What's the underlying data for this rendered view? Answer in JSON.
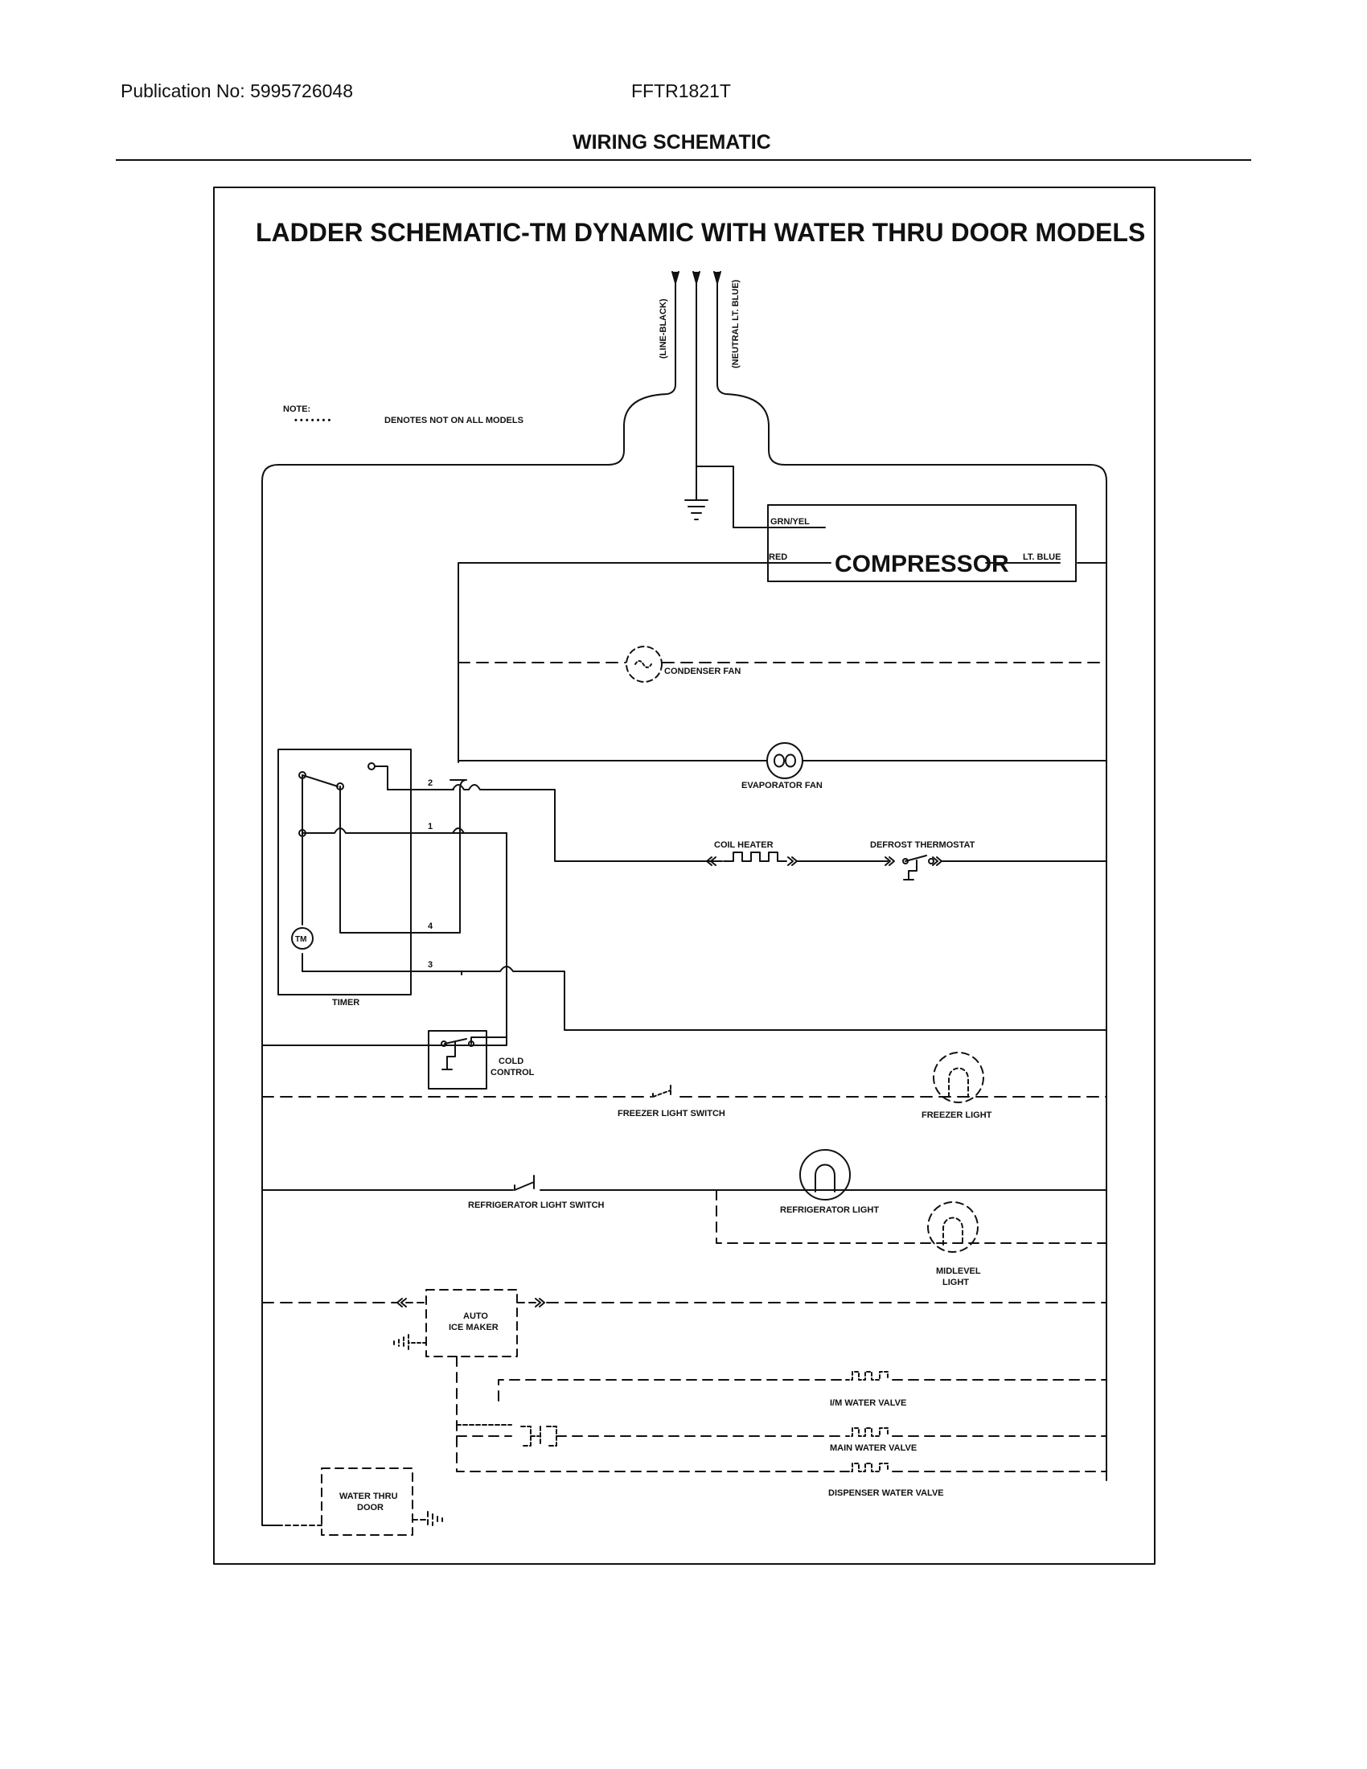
{
  "header": {
    "publication": "Publication No: 5995726048",
    "model": "FFTR1821T",
    "section_title": "WIRING SCHEMATIC"
  },
  "diagram": {
    "title": "LADDER SCHEMATIC-TM DYNAMIC WITH WATER THRU DOOR MODELS",
    "note_label": "NOTE:",
    "note_text": "DENOTES NOT ON ALL MODELS",
    "line_label": "(LINE-BLACK)",
    "neutral_label": "(NEUTRAL LT. BLUE)",
    "compressor": {
      "label": "COMPRESSOR",
      "grn_yel": "GRN/YEL",
      "red": "RED",
      "lt_blue": "LT. BLUE"
    },
    "components": {
      "condenser_fan": "CONDENSER FAN",
      "evaporator_fan": "EVAPORATOR FAN",
      "coil_heater": "COIL HEATER",
      "defrost_thermostat": "DEFROST THERMOSTAT",
      "timer": "TIMER",
      "timer_motor": "TM",
      "cold_control_1": "COLD",
      "cold_control_2": "CONTROL",
      "freezer_light_switch": "FREEZER LIGHT SWITCH",
      "freezer_light": "FREEZER LIGHT",
      "refrigerator_light_switch": "REFRIGERATOR LIGHT SWITCH",
      "refrigerator_light": "REFRIGERATOR LIGHT",
      "midlevel_light_1": "MIDLEVEL",
      "midlevel_light_2": "LIGHT",
      "ice_maker_1": "AUTO",
      "ice_maker_2": "ICE MAKER",
      "im_water_valve": "I/M WATER VALVE",
      "main_water_valve": "MAIN WATER VALVE",
      "dispenser_water_valve": "DISPENSER WATER VALVE",
      "water_thru_door_1": "WATER THRU",
      "water_thru_door_2": "DOOR"
    },
    "timer_terminals": [
      "2",
      "1",
      "4",
      "3"
    ]
  }
}
